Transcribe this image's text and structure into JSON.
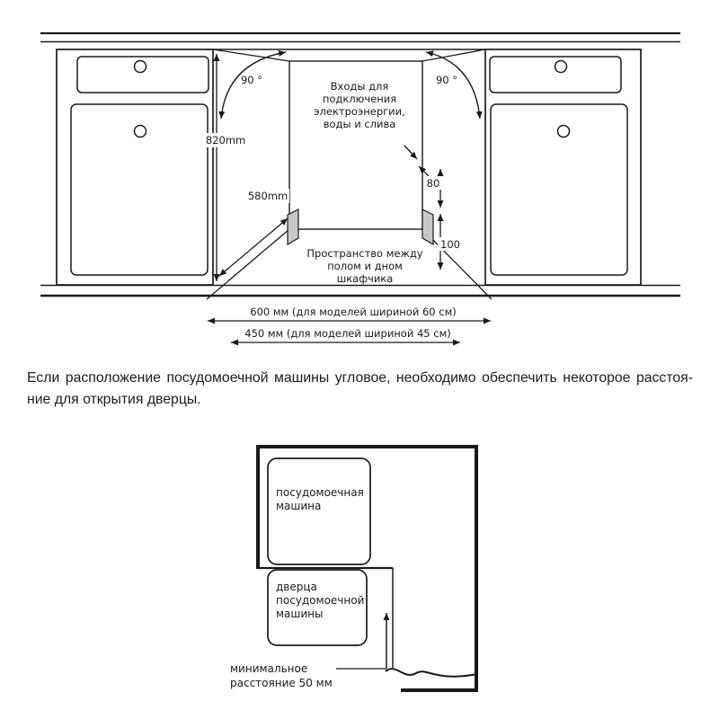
{
  "colors": {
    "line": "#1a1a1a",
    "plinth_gray": "#c8c8c8",
    "box_gray": "#d9d9d9",
    "background": "#ffffff"
  },
  "top_diagram": {
    "angle_left_label": "90 °",
    "angle_right_label": "90 °",
    "inlet_lines": [
      "Входы для",
      "подключения",
      "электроэнергии,",
      "воды и слива"
    ],
    "niche_height": "820mm",
    "niche_depth": "580mm",
    "offset_80": "80",
    "offset_100": "100",
    "floor_gap_lines": [
      "Пространство между",
      "полом и дном",
      "шкафчика"
    ],
    "width_600_label": "600 мм (для моделей шириной 60 см)",
    "width_450_label": "450 мм (для моделей шириной 45 см)"
  },
  "note": {
    "line1": "Если расположение посудомоечной машины угловое, необходимо обеспечить некоторое расстоя-",
    "line2": "ние для открытия дверцы."
  },
  "corner_diagram": {
    "dishwasher_lines": [
      "посудомоечная",
      "машина"
    ],
    "door_lines": [
      "дверца",
      "посудомоечной",
      "машины"
    ],
    "min_distance_lines": [
      "минимальное",
      "расстояние  50 мм"
    ]
  }
}
